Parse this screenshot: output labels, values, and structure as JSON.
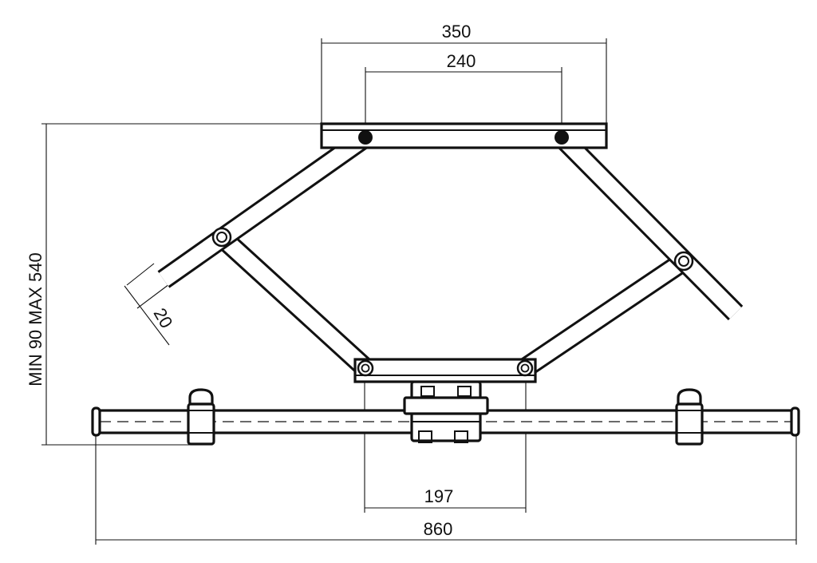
{
  "dimensions": {
    "top_plate_width": "350",
    "top_hole_spacing": "240",
    "height_range": "MIN 90 MAX 540",
    "arm_width": "20",
    "bottom_hole_spacing": "197",
    "overall_width": "860"
  }
}
